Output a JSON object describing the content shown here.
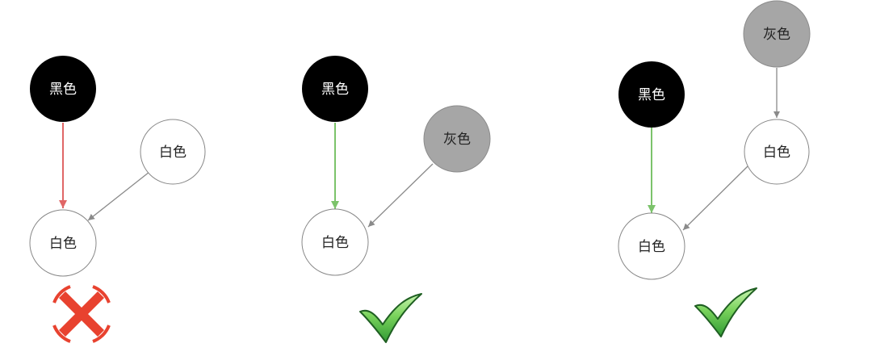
{
  "diagrams": [
    {
      "nodes": [
        {
          "id": "a1",
          "label": "黑色",
          "kind": "black"
        },
        {
          "id": "a2",
          "label": "白色",
          "kind": "white"
        },
        {
          "id": "a3",
          "label": "白色",
          "kind": "white"
        }
      ],
      "result": "invalid",
      "result_icon": "cross-icon"
    },
    {
      "nodes": [
        {
          "id": "b1",
          "label": "黑色",
          "kind": "black"
        },
        {
          "id": "b2",
          "label": "灰色",
          "kind": "gray"
        },
        {
          "id": "b3",
          "label": "白色",
          "kind": "white"
        }
      ],
      "result": "valid",
      "result_icon": "checkmark-icon"
    },
    {
      "nodes": [
        {
          "id": "c1",
          "label": "灰色",
          "kind": "gray"
        },
        {
          "id": "c2",
          "label": "黑色",
          "kind": "black"
        },
        {
          "id": "c3",
          "label": "白色",
          "kind": "white"
        },
        {
          "id": "c4",
          "label": "白色",
          "kind": "white"
        }
      ],
      "result": "valid",
      "result_icon": "checkmark-icon"
    }
  ],
  "colors": {
    "black": "#000000",
    "gray": "#a6a6a6",
    "white_fill": "#ffffff",
    "node_stroke": "#888888",
    "edge_gray": "#8a8a8a",
    "edge_red": "#e06666",
    "edge_green": "#7cc36b",
    "cross": "#e8422f",
    "check_light": "#9be37f",
    "check_dark": "#2e7d32"
  }
}
